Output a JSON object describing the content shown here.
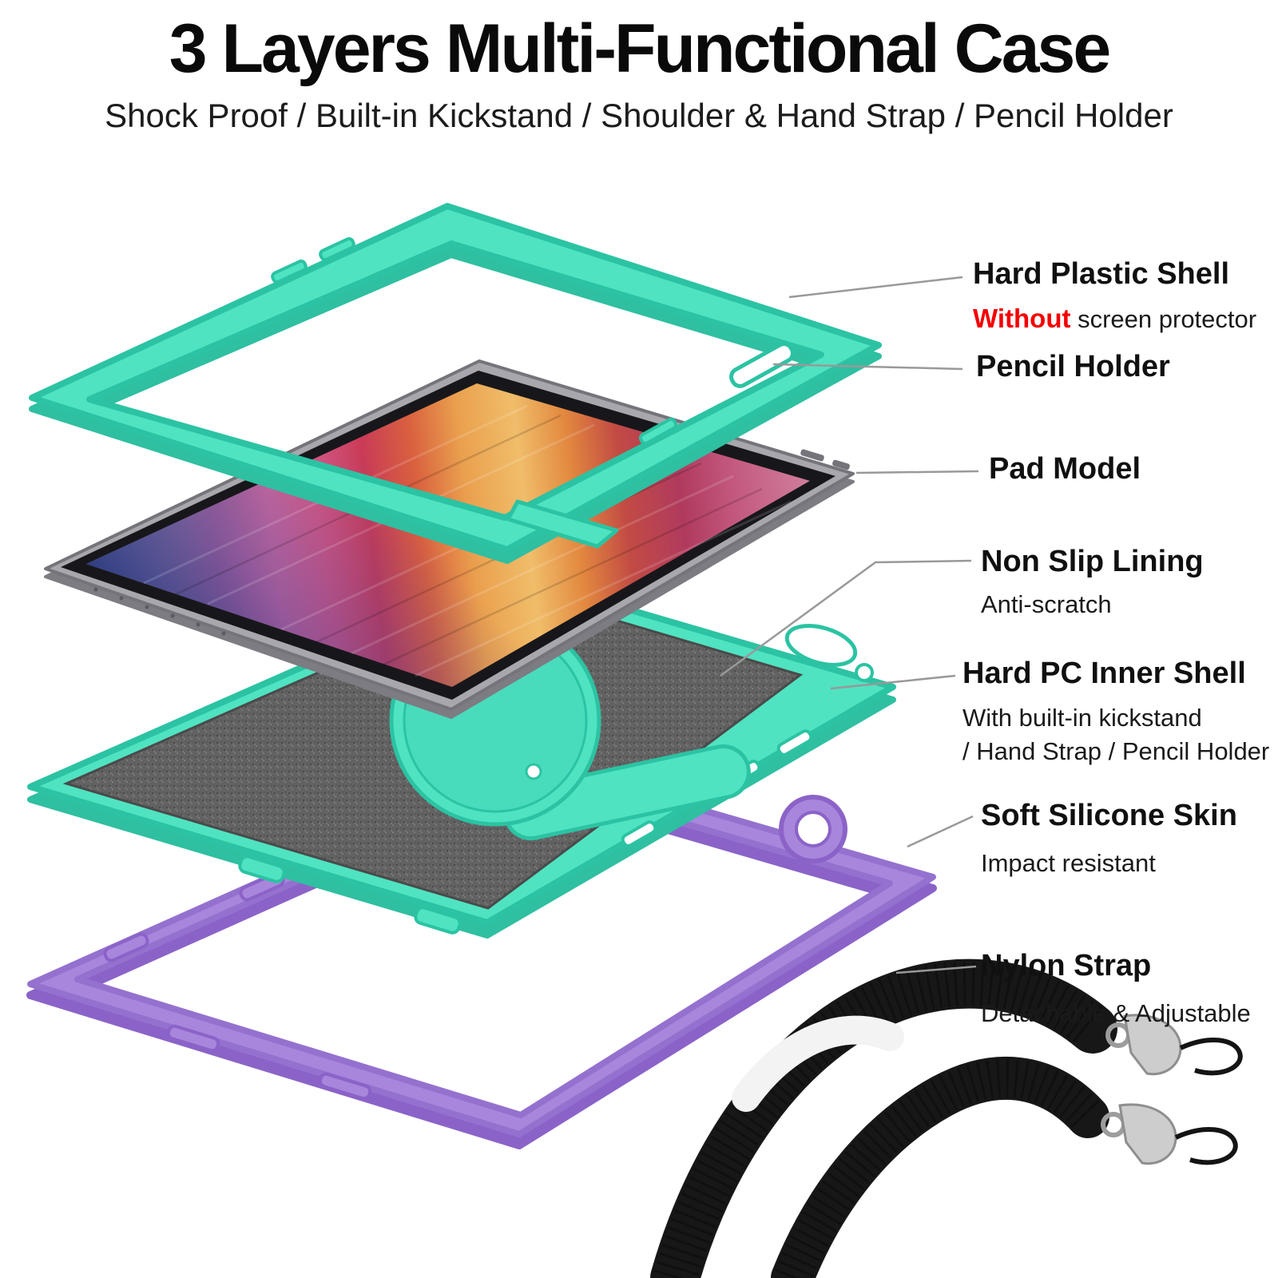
{
  "title": "3 Layers Multi-Functional Case",
  "subtitle": "Shock Proof / Built-in Kickstand / Shoulder & Hand Strap / Pencil Holder",
  "callouts": {
    "hard_plastic_shell": {
      "label": "Hard Plastic Shell",
      "note_highlight": "Without",
      "note_rest": " screen protector"
    },
    "pencil_holder": {
      "label": "Pencil Holder"
    },
    "pad_model": {
      "label": "Pad Model"
    },
    "non_slip_lining": {
      "label": "Non Slip Lining",
      "note": "Anti-scratch"
    },
    "hard_pc_inner_shell": {
      "label": "Hard PC Inner Shell",
      "note_line1": "With built-in kickstand",
      "note_line2": "/ Hand Strap / Pencil Holder"
    },
    "soft_silicone_skin": {
      "label": "Soft Silicone Skin",
      "note": "Impact resistant"
    },
    "nylon_strap": {
      "label": "Nylon Strap",
      "note": "Detachable & Adjustable"
    }
  },
  "palette": {
    "mint": "#4FE3C1",
    "mint_dark": "#2BC3A3",
    "purple": "#A886DC",
    "purple_dark": "#8B63C8",
    "lining_gray": "#626262",
    "strap_black": "#171717",
    "accent_red": "#F40000",
    "leader_line_gray": "#999999"
  }
}
